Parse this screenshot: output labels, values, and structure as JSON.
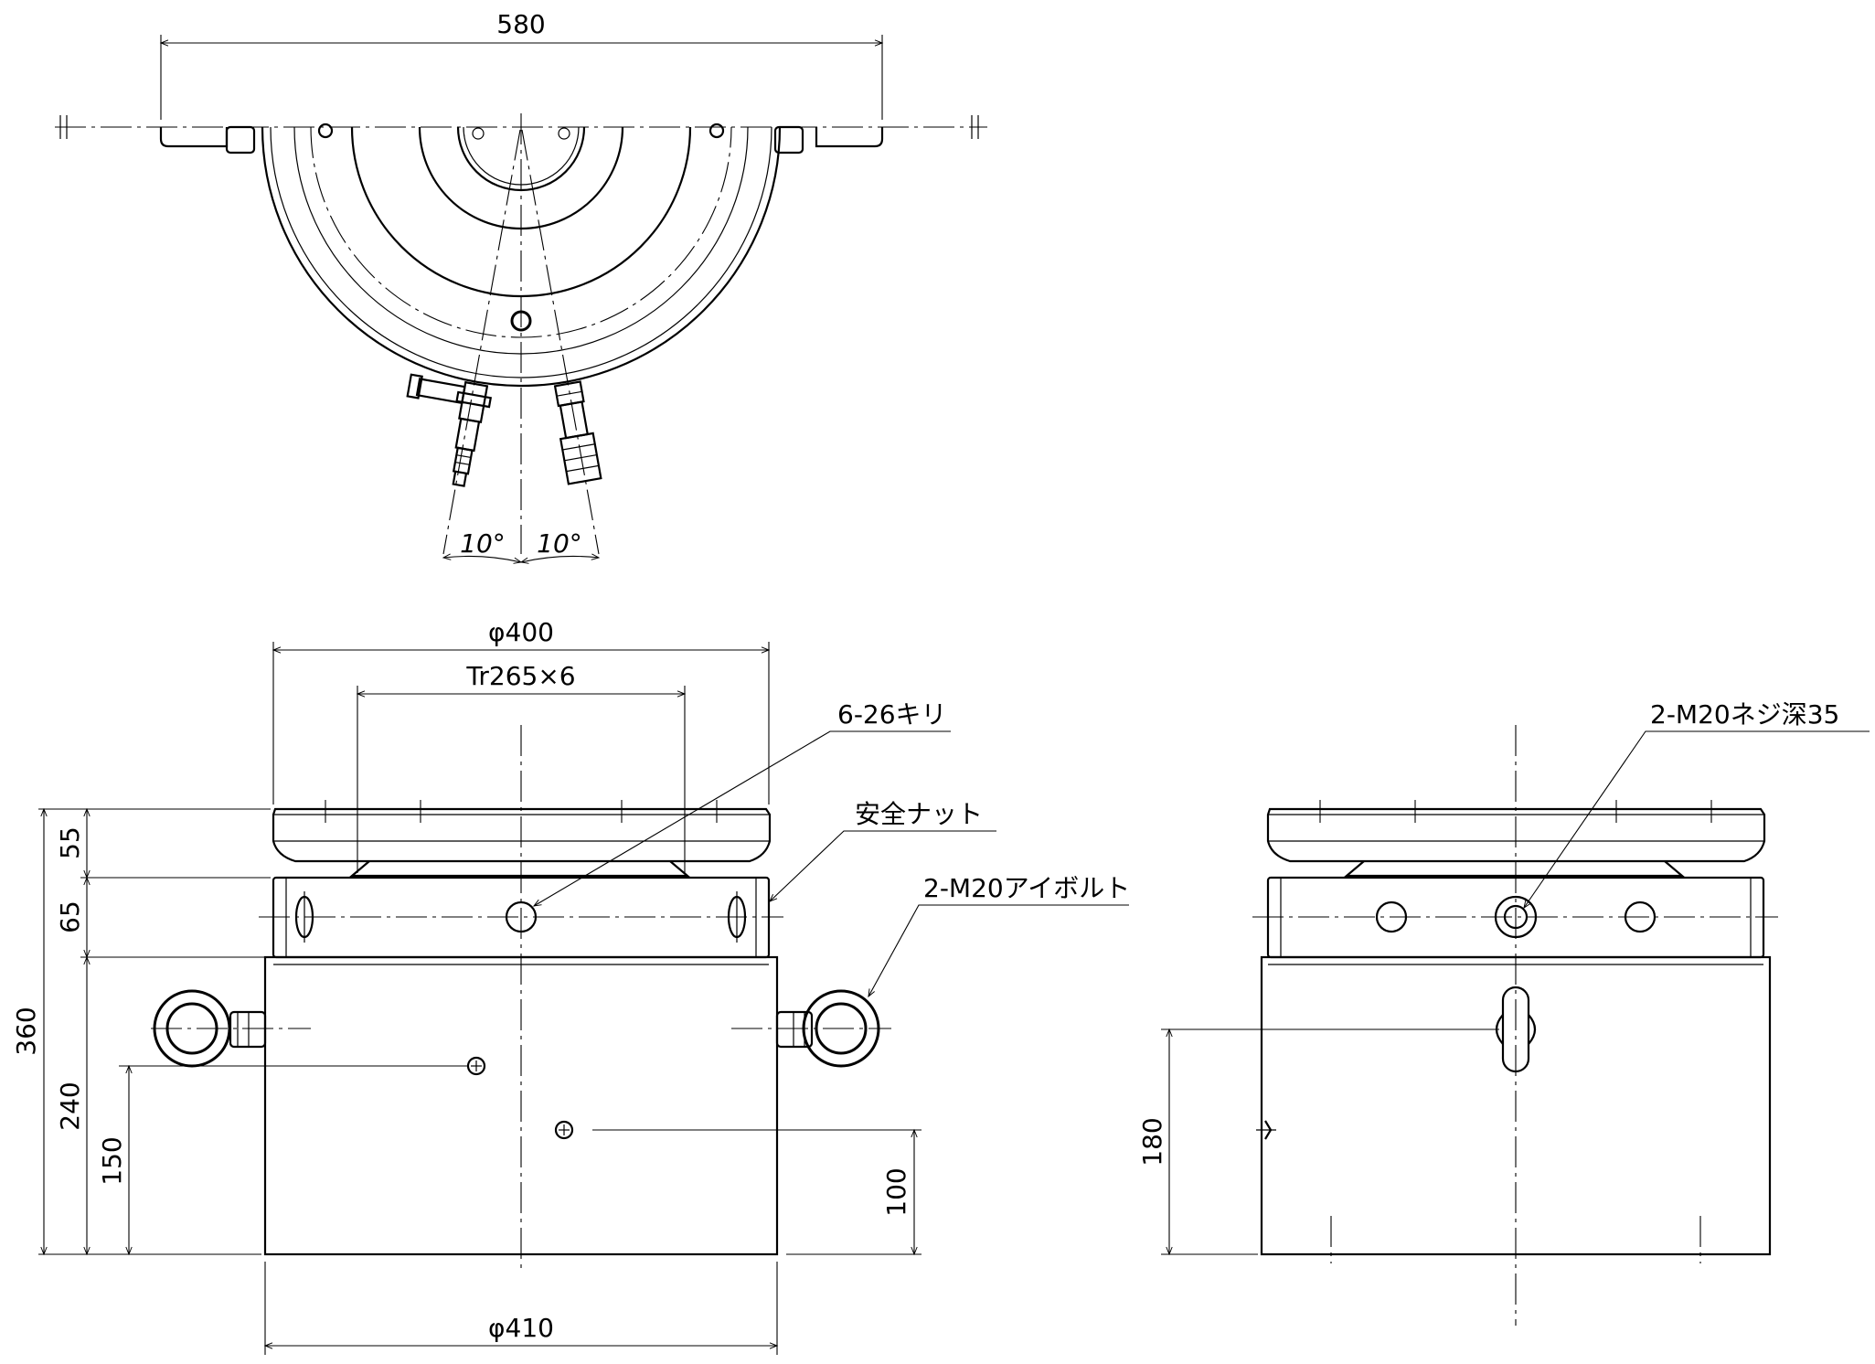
{
  "top_view": {
    "dim_width": "580",
    "angle_left": "10°",
    "angle_right": "10°"
  },
  "front_view": {
    "dim_phi400": "φ400",
    "dim_tr": "Tr265×6",
    "dim_phi410": "φ410",
    "dim_55": "55",
    "dim_65": "65",
    "dim_360": "360",
    "dim_240": "240",
    "dim_150": "150",
    "dim_100": "100",
    "label_holes": "6-26キリ",
    "label_nut": "安全ナット",
    "label_eyebolt": "2-M20アイボルト"
  },
  "side_view": {
    "label_thread": "2-M20ネジ深35",
    "dim_180": "180"
  }
}
